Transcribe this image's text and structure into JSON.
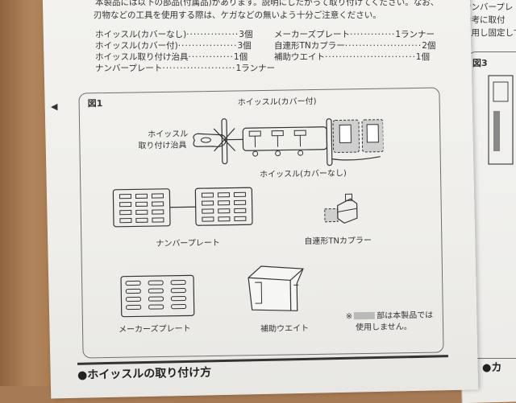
{
  "intro": {
    "line1": "本製品には以下の部品(付属品)があります。説明にしたがって取り付けてください。なお、",
    "line2": "刃物などの工具を使用する際は、ケガなどの無いよう十分ご注意ください。"
  },
  "parts_list": [
    {
      "name": "ホイッスル(カバーなし)",
      "qty": "3個"
    },
    {
      "name": "ホイッスル(カバー付)",
      "qty": "3個"
    },
    {
      "name": "ホイッスル取り付け治具",
      "qty": "1個"
    },
    {
      "name": "ナンバープレート",
      "qty": "1ランナー"
    },
    {
      "name": "メーカーズプレート",
      "qty": "1ランナー"
    },
    {
      "name": "自連形TNカプラー",
      "qty": "2個"
    },
    {
      "name": "補助ウエイト",
      "qty": "1個"
    }
  ],
  "figure1": {
    "title": "図1",
    "labels": {
      "whistle_covered": "ホイッスル(カバー付)",
      "jig_line1": "ホイッスル",
      "jig_line2": "取り付け治具",
      "whistle_uncovered": "ホイッスル(カバーなし)",
      "number_plate": "ナンバープレート",
      "coupler": "自連形TNカプラー",
      "makers_plate": "メーカーズプレート",
      "weight": "補助ウエイト"
    },
    "note_line1_prefix": "※",
    "note_line1_suffix": "部は本製品では",
    "note_line2": "使用しません。"
  },
  "section_title": "ホイッスルの取り付け方",
  "right_page": {
    "line1": "ナンバープレ",
    "line2": "参考に取付",
    "line3": "使用し固定して",
    "fig3": "図3",
    "bottom": "●カ"
  }
}
